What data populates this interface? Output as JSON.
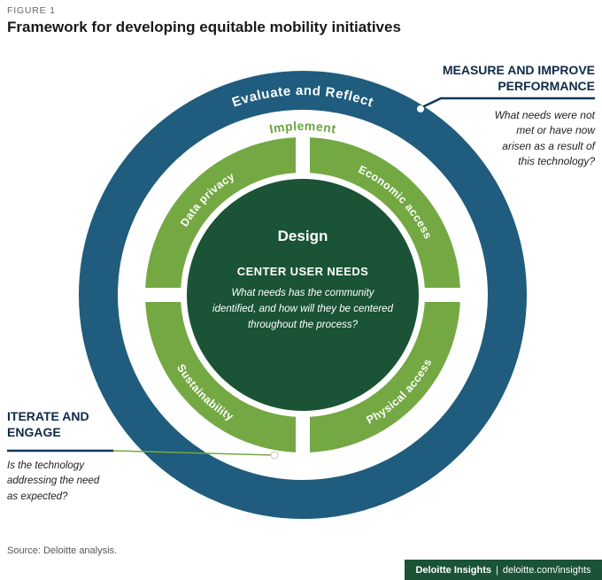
{
  "figure_label": "FIGURE 1",
  "title": "Framework for developing equitable mobility initiatives",
  "diagram": {
    "outer_ring_label": "Evaluate and Reflect",
    "implement_label": "Implement",
    "segments": {
      "top_left": "Data privacy",
      "top_right": "Economic access",
      "bottom_left": "Sustainability",
      "bottom_right": "Physical access"
    },
    "center": {
      "title": "Design",
      "subtitle": "CENTER USER NEEDS",
      "description_lines": [
        "What needs has the community",
        "identified, and how will they be centered",
        "throughout the process?"
      ]
    },
    "colors": {
      "outer_ring": "#1f5c7d",
      "green_ring": "#74a843",
      "inner_circle": "#1a5336",
      "implement_text": "#6aa542"
    }
  },
  "callouts": {
    "measure": {
      "heading": "MEASURE AND IMPROVE PERFORMANCE",
      "description_lines": [
        "What needs were not",
        "met or have now",
        "arisen as a result of",
        "this technology?"
      ]
    },
    "iterate": {
      "heading": "ITERATE AND ENGAGE",
      "description_lines": [
        "Is the technology",
        "addressing the need",
        "as expected?"
      ]
    }
  },
  "source": "Source: Deloitte analysis.",
  "footer": {
    "brand": "Deloitte Insights",
    "separator": "|",
    "link": "deloitte.com/insights"
  }
}
